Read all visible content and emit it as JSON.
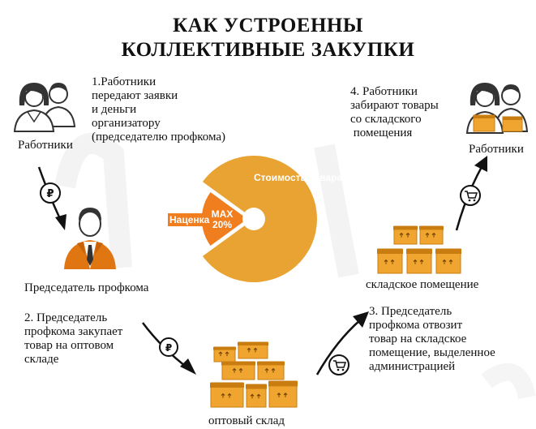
{
  "title": {
    "line1": "КАК УСТРОЕННЫ",
    "line2": "КОЛЛЕКТИВНЫЕ ЗАКУПКИ"
  },
  "steps": {
    "step1": [
      "1.Работники",
      "передают заявки",
      "и деньги",
      "организатору",
      "(председателю профкома)"
    ],
    "step2": [
      "2. Председатель",
      "профкома закупает",
      "товар на оптовом",
      "складе"
    ],
    "step3": [
      "3. Председатель",
      "профкома отвозит",
      "товар на складское",
      "помещение, выделенное",
      "администрацией"
    ],
    "step4": [
      "4. Работники",
      "забирают товары",
      "со складского",
      " помещения"
    ]
  },
  "labels": {
    "workers_left": "Работники",
    "workers_right": "Работники",
    "chairman": "Председатель профкома",
    "warehouse_storage": "складское помещение",
    "wholesale": "оптовый склад"
  },
  "chart_data": {
    "type": "pie",
    "categories": [
      "Стоимость товара",
      "Наценка"
    ],
    "values": [
      80,
      20
    ],
    "annotation": [
      "MAX",
      "20%"
    ]
  },
  "colors": {
    "goods": "#e8a332",
    "markup": "#f07d1e",
    "arrow": "#111111",
    "person": "#3a3a3a",
    "box": "#f0a531",
    "box_dark": "#c97d10"
  },
  "icons": [
    "ruble-coin-icon",
    "cart-icon",
    "ruble-coin-icon",
    "cart-icon"
  ]
}
